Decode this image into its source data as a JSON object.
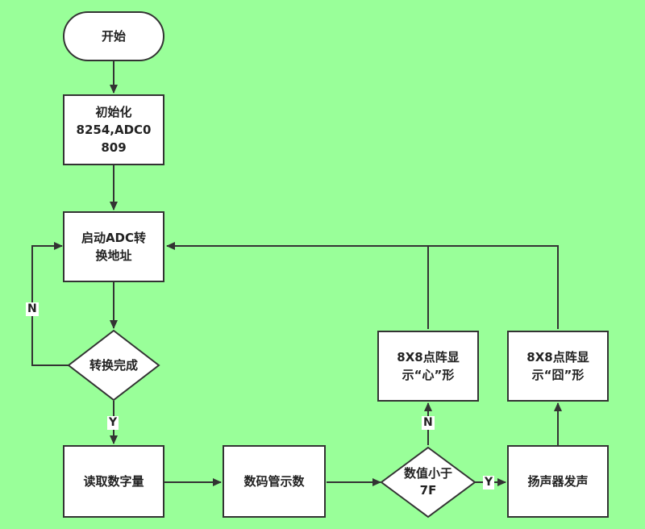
{
  "nodes": {
    "start": "开始",
    "init": "初始化 8254,ADC0 809",
    "start_adc": "启动ADC转 换地址",
    "conv_done": "转换完成",
    "read_digital": "读取数字量",
    "tube_display": "数码管示数",
    "value_less": "数值小于 7F",
    "speaker": "扬声器发声",
    "matrix_heart": "8X8点阵显 示“心”形",
    "matrix_jiong": "8X8点阵显 示“囧”形"
  },
  "edge_labels": {
    "conv_no": "N",
    "conv_yes": "Y",
    "value_no": "N",
    "value_yes": "Y"
  },
  "colors": {
    "background": "#99ff99",
    "node_fill": "#ffffff",
    "line": "#333333"
  }
}
